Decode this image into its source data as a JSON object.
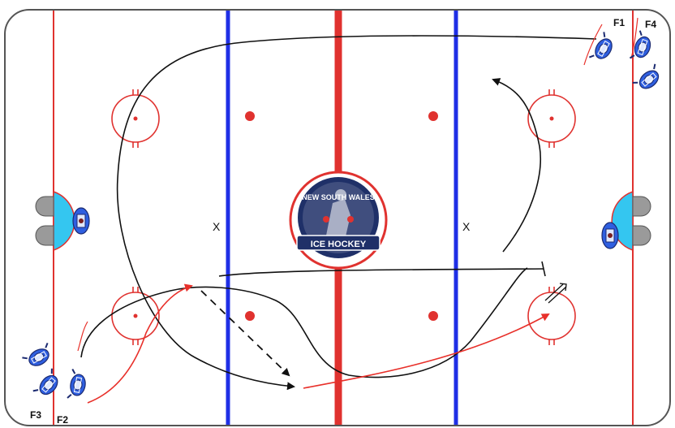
{
  "colors": {
    "rink_border": "#555555",
    "goal_line": "#e0322f",
    "blue_line": "#1f2fe6",
    "center_line": "#e0322f",
    "crease": "#34c6f0",
    "net": "#9a9a9a",
    "player_blue": "#2f5fe0",
    "skate_path": "#111111",
    "pass_path": "#e8302a",
    "logo_navy": "#1f3068",
    "logo_ring": "#e0322f"
  },
  "logo": {
    "text_top": "NEW SOUTH WALES",
    "text_bottom": "ICE HOCKEY"
  },
  "markers": {
    "x_left": "X",
    "x_right": "X"
  },
  "players": {
    "f1": "F1",
    "f2": "F2",
    "f3": "F3",
    "f4": "F4"
  },
  "icons": {
    "player": "hockey-player-icon",
    "goalie": "goalie-icon",
    "net": "goal-net-icon",
    "faceoff": "faceoff-circle-icon",
    "pucks": "puck-pile-icon"
  }
}
